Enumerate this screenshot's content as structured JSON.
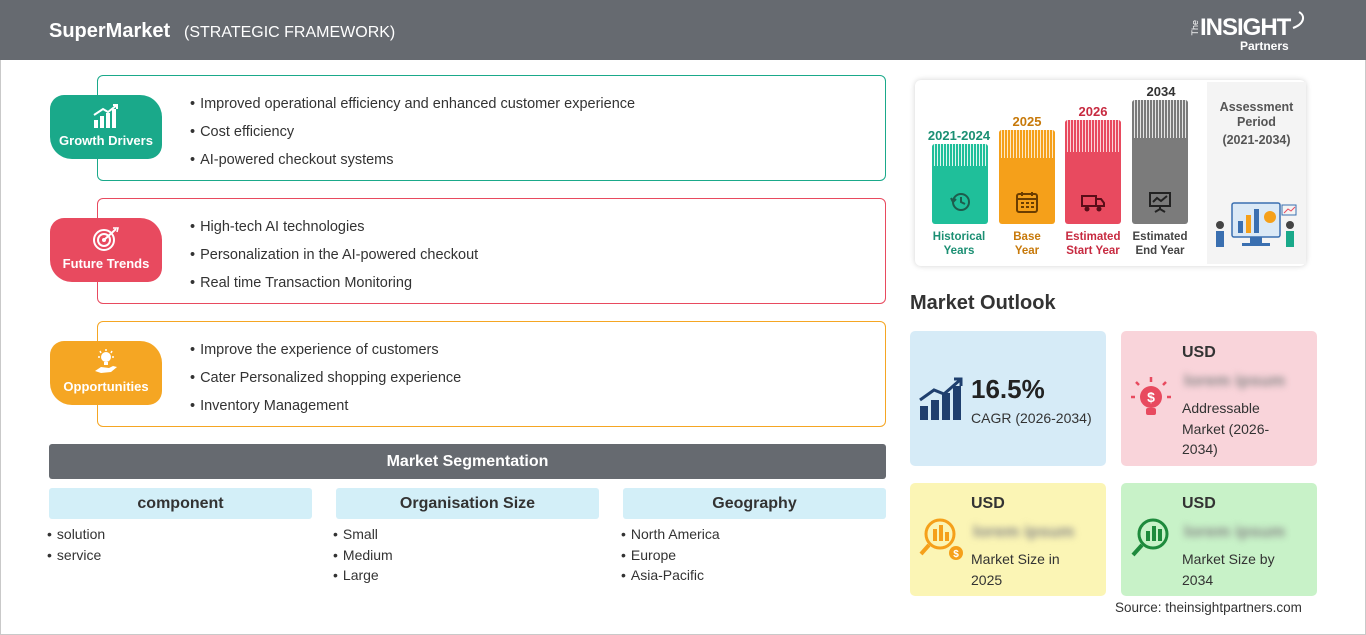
{
  "header": {
    "title": "SuperMarket",
    "subtitle": "(STRATEGIC FRAMEWORK)",
    "logo": {
      "the": "The",
      "insight": "INSIGHT",
      "partners": "Partners"
    }
  },
  "framework": [
    {
      "tag": "Growth Drivers",
      "color": "#1aa98a",
      "icon": "growth-chart-icon",
      "items": [
        "Improved operational efficiency and enhanced customer experience",
        "Cost efficiency",
        "AI-powered checkout systems"
      ]
    },
    {
      "tag": "Future Trends",
      "color": "#e84a5f",
      "icon": "target-icon",
      "items": [
        "High-tech AI technologies",
        "Personalization in the AI-powered checkout",
        "Real time Transaction Monitoring"
      ]
    },
    {
      "tag": "Opportunities",
      "color": "#f5a623",
      "icon": "lightbulb-hand-icon",
      "items": [
        "Improve the experience of customers",
        "Cater Personalized shopping experience",
        "Inventory Management"
      ]
    }
  ],
  "segmentation": {
    "title": "Market Segmentation",
    "columns": [
      {
        "heading": "component",
        "items": [
          "solution",
          "service"
        ]
      },
      {
        "heading": "Organisation Size",
        "items": [
          "Small",
          "Medium",
          "Large"
        ]
      },
      {
        "heading": "Geography",
        "items": [
          "North America",
          "Europe",
          "Asia-Pacific"
        ]
      }
    ]
  },
  "timeline": {
    "periods": [
      {
        "year": "2021-2024",
        "label_1": "Historical",
        "label_2": "Years",
        "color": "#1fbf9a",
        "text_color": "#1b8f73",
        "icon": "history-icon"
      },
      {
        "year": "2025",
        "label_1": "Base",
        "label_2": "Year",
        "color": "#f5a01a",
        "text_color": "#c7790a",
        "icon": "calendar-icon"
      },
      {
        "year": "2026",
        "label_1": "Estimated",
        "label_2": "Start Year",
        "color": "#e84a5f",
        "text_color": "#c72a40",
        "icon": "truck-icon"
      },
      {
        "year": "2034",
        "label_1": "Estimated",
        "label_2": "End Year",
        "color": "#7b7b7b",
        "text_color": "#444444",
        "icon": "presentation-icon"
      }
    ],
    "assessment": {
      "title": "Assessment Period",
      "range": "(2021-2034)"
    }
  },
  "outlook": {
    "title": "Market Outlook",
    "cagr": {
      "value": "16.5%",
      "label": "CAGR (2026-2034)",
      "bg": "#d6ebf7",
      "icon": "rising-bars-icon"
    },
    "addressable": {
      "currency": "USD",
      "value": "lorem ipsum",
      "label": "Addressable Market (2026-2034)",
      "bg": "#f9d4da",
      "icon": "idea-dollar-icon"
    },
    "size_2025": {
      "currency": "USD",
      "value": "lorem ipsum",
      "label": "Market Size in 2025",
      "bg": "#fbf5b5",
      "icon": "magnifier-coin-icon"
    },
    "size_2034": {
      "currency": "USD",
      "value": "lorem ipsum",
      "label": "Market Size by 2034",
      "bg": "#c8f2c8",
      "icon": "magnifier-chart-icon"
    }
  },
  "source": "Source: theinsightpartners.com"
}
